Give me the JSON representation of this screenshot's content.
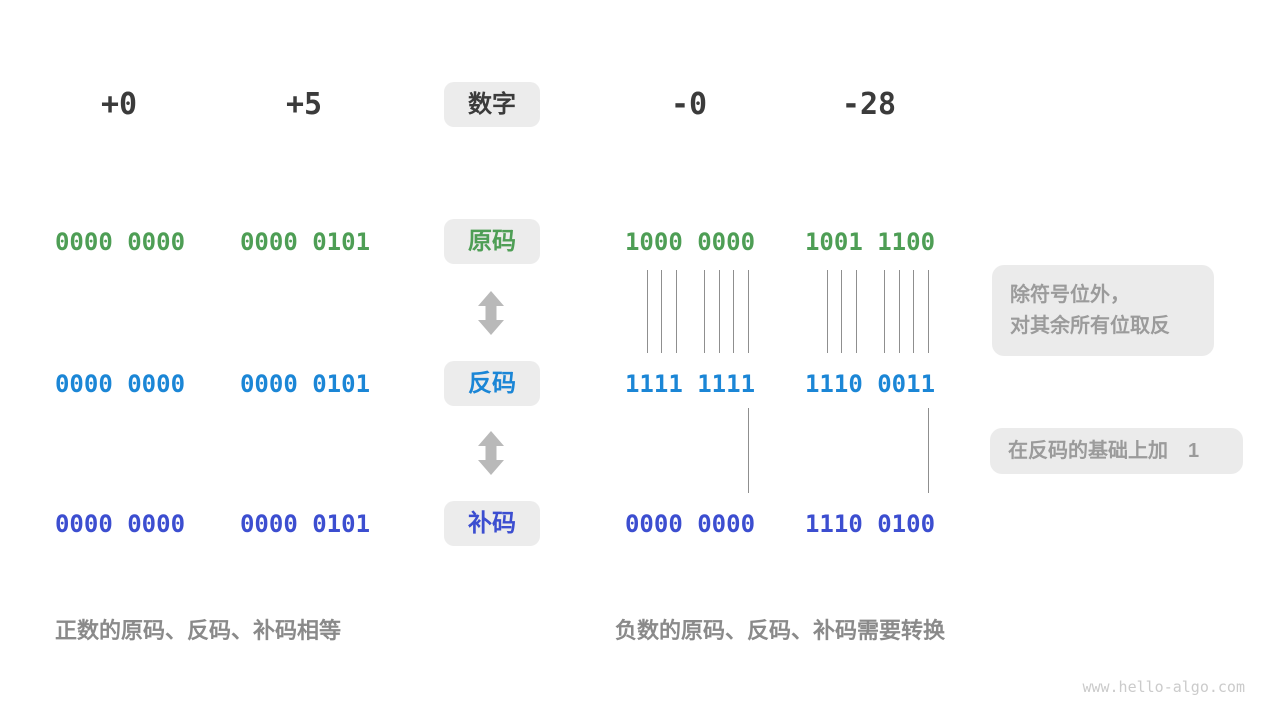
{
  "title_row": {
    "label_box": "数字",
    "headers": [
      "+0",
      "+5",
      "-0",
      "-28"
    ]
  },
  "rows": [
    {
      "name": "sign-magnitude",
      "label": "原码",
      "color": "#4e9e55",
      "values": [
        "0000 0000",
        "0000 0101",
        "1000 0000",
        "1001 1100"
      ]
    },
    {
      "name": "ones-complement",
      "label": "反码",
      "color": "#1b86d6",
      "values": [
        "0000 0000",
        "0000 0101",
        "1111 1111",
        "1110 0011"
      ]
    },
    {
      "name": "twos-complement",
      "label": "补码",
      "color": "#3c4ed0",
      "values": [
        "0000 0000",
        "0000 0101",
        "0000 0000",
        "1110 0100"
      ]
    }
  ],
  "annotations": [
    {
      "lines": [
        "除符号位外，",
        "对其余所有位取反"
      ]
    },
    {
      "lines": [
        "在反码的基础上加　1"
      ]
    }
  ],
  "captions": {
    "positive": "正数的原码、反码、补码相等",
    "negative": "负数的原码、反码、补码需要转换"
  },
  "watermark": "www.hello-algo.com",
  "transform_marks": {
    "invert_tick_bit_indices": [
      1,
      2,
      3,
      5,
      6,
      7,
      8
    ],
    "add_one_tick_bit_indices": [
      8
    ]
  },
  "palette": {
    "green": "#4e9e55",
    "blue": "#1b86d6",
    "indigo": "#3c4ed0",
    "box_bg": "#ececec",
    "note_bg": "#ebebeb",
    "note_text": "#9b9b9b",
    "caption_text": "#8a8a8a",
    "header_text": "#3b3b3b",
    "arrow": "#b9b9b9",
    "tick_line": "#8f8f8f",
    "watermark": "#cbcbcb",
    "background": "#ffffff"
  }
}
